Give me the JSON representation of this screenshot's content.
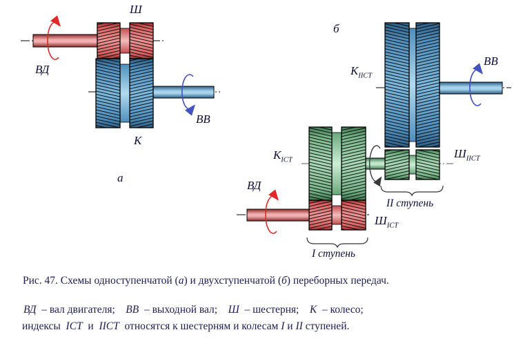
{
  "figure": {
    "panel_a": {
      "scheme_label": "а",
      "pinion_label": "Ш",
      "wheel_label": "К",
      "motor_shaft_label": "ВД",
      "output_shaft_label": "ВВ"
    },
    "panel_b": {
      "scheme_label": "б",
      "wheel_stage2": {
        "main": "К",
        "sub": "IIСТ"
      },
      "pinion_stage2": {
        "main": "Ш",
        "sub": "IIСТ"
      },
      "wheel_stage1": {
        "main": "К",
        "sub": "IСТ"
      },
      "pinion_stage1": {
        "main": "Ш",
        "sub": "IСТ"
      },
      "motor_shaft_label": "ВД",
      "output_shaft_label": "ВВ",
      "stage1_label": "I ступень",
      "stage2_label": "II ступень"
    },
    "caption": {
      "line1": {
        "s1": "Рис. 47. Схемы одноступенчатой (",
        "s2": "а",
        "s3": ") и двухступенчатой (",
        "s4": "б",
        "s5": ") переборных передач."
      },
      "line2": {
        "s1": "ВД",
        "s2": "  – вал двигателя;    ",
        "s3": "ВВ",
        "s4": "  – выходной вал;    ",
        "s5": "Ш",
        "s6": "  – шестерня;    ",
        "s7": "К",
        "s8": "  – колесо;"
      },
      "line3": {
        "s1": "индексы  ",
        "s2": "IСТ",
        "s3": "  и  ",
        "s4": "IIСТ",
        "s5": "  относятся к шестерням и колесам ",
        "s6": "I",
        "s7": " и ",
        "s8": "II",
        "s9": " ступеней."
      }
    },
    "colors": {
      "red_gear": "#d96262",
      "red_hub": "#f2b0b0",
      "blue_gear": "#4f8fbd",
      "blue_hub": "#a6d2ec",
      "green_gear": "#79b58a",
      "green_hub": "#c2e8cc",
      "red_arrow": "#e02828",
      "blue_arrow": "#4353c0",
      "dark_arrow": "#3a3a3a",
      "outline": "#000000",
      "caption_text": "#1c1c55"
    }
  }
}
